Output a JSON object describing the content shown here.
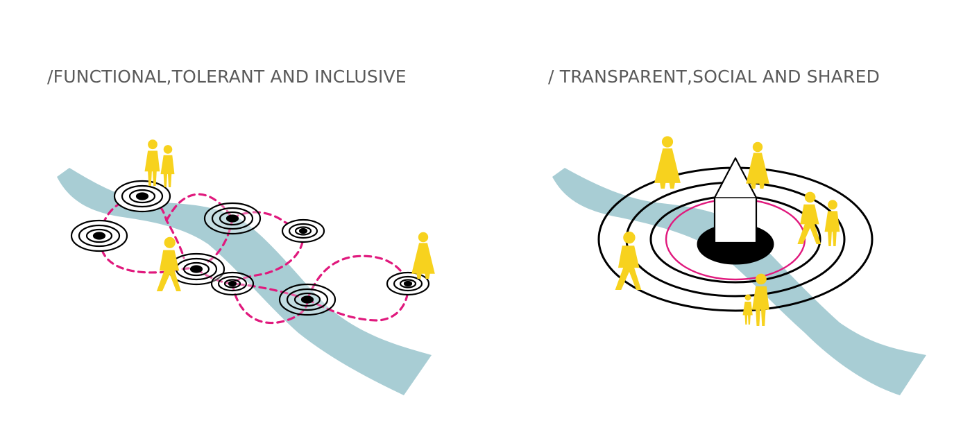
{
  "panels": {
    "left": {
      "title": "/FUNCTIONAL,TOLERANT AND INCLUSIVE"
    },
    "right": {
      "title": "/ TRANSPARENT,SOCIAL AND SHARED"
    }
  },
  "colors": {
    "river": "#a8cdd4",
    "path": "#e0197d",
    "people": "#f7d21e",
    "rings": "#000000",
    "house": "#ffffff",
    "title": "#5a5a5a"
  },
  "icons": [
    "river",
    "ring-node",
    "dashed-route",
    "person-silhouette",
    "house-icon"
  ]
}
